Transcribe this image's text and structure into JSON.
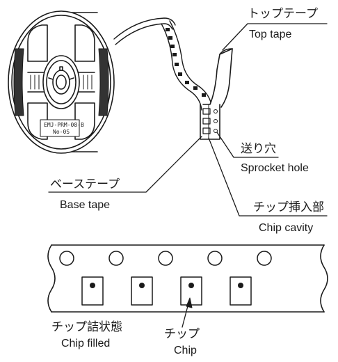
{
  "labels": {
    "top_tape_jp": "トップテープ",
    "top_tape_en": "Top tape",
    "sprocket_hole_jp": "送り穴",
    "sprocket_hole_en": "Sprocket hole",
    "base_tape_jp": "ベーステープ",
    "base_tape_en": "Base tape",
    "chip_cavity_jp": "チップ挿入部",
    "chip_cavity_en": "Chip cavity",
    "chip_filled_jp": "チップ詰状態",
    "chip_filled_en": "Chip filled",
    "chip_jp": "チップ",
    "chip_en": "Chip"
  },
  "reel_label": {
    "line1": "EMJ-PRM-08-B",
    "line2": "No-0S"
  },
  "strip": {
    "sprocket_hole_count": 5,
    "cavity_count": 4,
    "filled_cavities": 4
  }
}
